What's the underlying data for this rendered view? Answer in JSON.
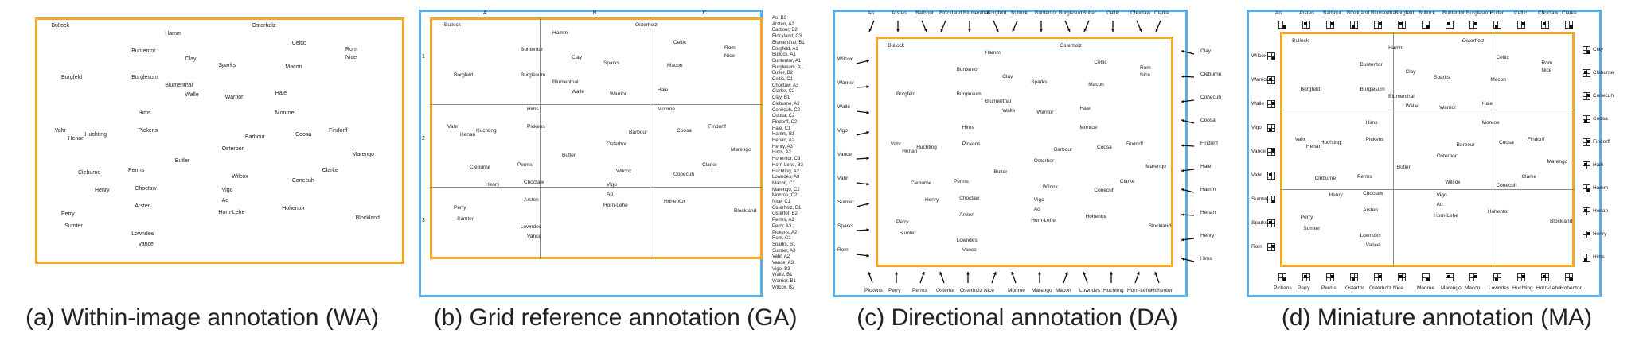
{
  "panels": [
    {
      "key": "a",
      "caption": "(a)  Within-image annotation (WA)"
    },
    {
      "key": "b",
      "caption": "(b)  Grid reference annotation (GA)"
    },
    {
      "key": "c",
      "caption": "(c)  Directional annotation (DA)"
    },
    {
      "key": "d",
      "caption": "(d)  Miniature annotation (MA)"
    }
  ],
  "labels": [
    "Bullock",
    "Osterholz",
    "Hamm",
    "Celtic",
    "Rom",
    "Nice",
    "Buntentor",
    "Clay",
    "Sparks",
    "Macon",
    "Borgfeld",
    "Burglesum",
    "Blumenthal",
    "Hale",
    "Walle",
    "Warrior",
    "Hims",
    "Monroe",
    "Vahr",
    "Henan",
    "Huchting",
    "Pickens",
    "Barbour",
    "Coosa",
    "Findorff",
    "Osterbor",
    "Marengo",
    "Butler",
    "Clarke",
    "Cleburne",
    "Perms",
    "Wilcox",
    "Conecuh",
    "Henry",
    "Choctaw",
    "Vigo",
    "Ao",
    "Perry",
    "Arsten",
    "Horn-Lehe",
    "Hohentor",
    "Blockland",
    "Sumter",
    "Lowndes",
    "Vance"
  ],
  "grid": {
    "cols": [
      "A",
      "B",
      "C"
    ],
    "rows": [
      "1",
      "2",
      "3"
    ],
    "index": [
      "Ao, B3",
      "Arsten, A2",
      "Barbour, B2",
      "Blockland, C3",
      "Blumenthal, B1",
      "Borgfeld, A1",
      "Bullock, A1",
      "Buntentor, A1",
      "Burglesum, A1",
      "Butler, B2",
      "Celtic, C1",
      "Choctaw, A3",
      "Clarke, C2",
      "Clay, B1",
      "Cleburne, A2",
      "Conecuh, C2",
      "Coosa, C2",
      "Findorff, C2",
      "Hale, C1",
      "Hamm, B1",
      "Henan, A2",
      "Henry, A3",
      "Hims, A2",
      "Hohentor, C3",
      "Horn-Lehe, B3",
      "Huchting, A2",
      "Lowndes, A3",
      "Macon, C1",
      "Marengo, C2",
      "Monroe, C2",
      "Nice, C1",
      "Osterholz, B1",
      "Ostertor, B2",
      "Perms, A2",
      "Perry, A3",
      "Pickens, A2",
      "Rom, C1",
      "Sparks, B1",
      "Sumter, A3",
      "Vahr, A2",
      "Vance, A3",
      "Vigo, B3",
      "Walle, B1",
      "Warrior, B1",
      "Wilcox, B2"
    ]
  },
  "directional": {
    "top": [
      "Ao",
      "Arsten",
      "Barbour",
      "Blockland",
      "Blumenthal",
      "Borgfeld",
      "Bullock",
      "Buntentor",
      "Burglesum",
      "Butler",
      "Celtic",
      "Choctaw",
      "Clarke"
    ],
    "left": [
      "Wilcox",
      "Warrior",
      "Walle",
      "Vigo",
      "Vance",
      "Vahr",
      "Sumter",
      "Sparks",
      "Rom"
    ],
    "right": [
      "Clay",
      "Cleburne",
      "Conecuh",
      "Coosa",
      "Findorff",
      "Hale",
      "Hamm",
      "Henan",
      "Henry",
      "Hims"
    ],
    "bottom": [
      "Pickens",
      "Perry",
      "Perms",
      "Ostertor",
      "Osterholz",
      "Nice",
      "Monroe",
      "Marengo",
      "Macon",
      "Lowndes",
      "Huchting",
      "Horn-Lehe",
      "Hohentor"
    ]
  },
  "colors": {
    "annotation_frame": "#f5a623",
    "outer_frame": "#5aaee6",
    "grid": "#8a8a8a",
    "text": "#222222"
  }
}
